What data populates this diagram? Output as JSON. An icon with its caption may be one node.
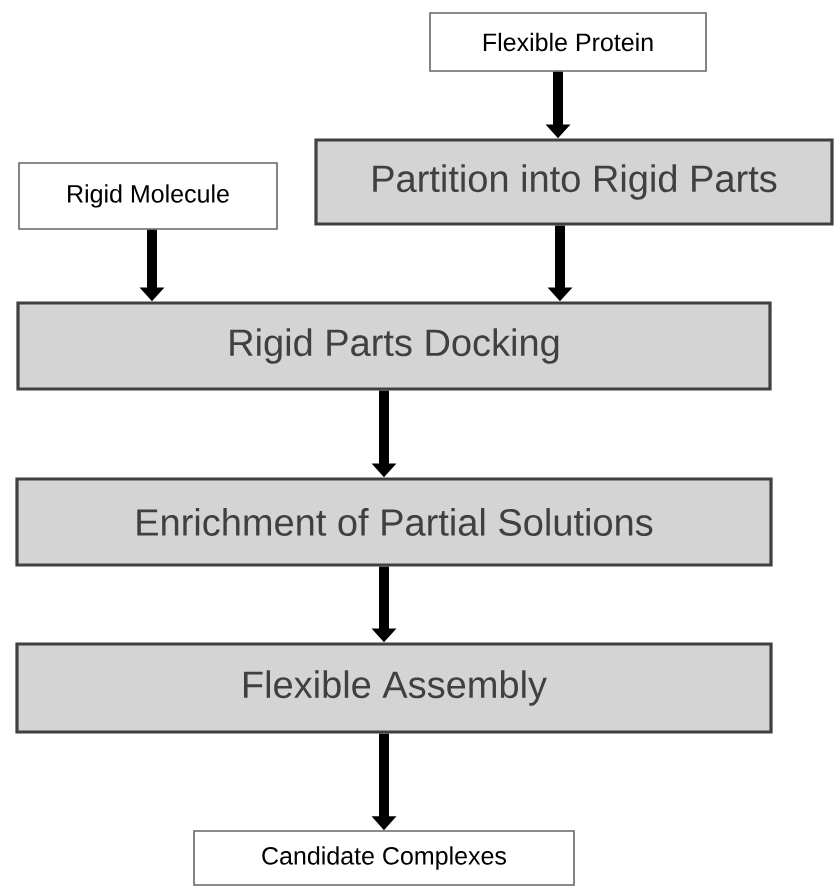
{
  "diagram": {
    "nodes": [
      {
        "text": [
          "Flexible Protein"
        ]
      },
      {
        "text": [
          "Partition into Rigid Parts"
        ]
      },
      {
        "text": [
          "Rigid Molecule"
        ]
      },
      {
        "text": [
          "Rigid Parts Docking"
        ]
      },
      {
        "text": [
          "Enrichment of Partial Solutions"
        ]
      },
      {
        "text": [
          "Flexible Assembly"
        ]
      },
      {
        "text": [
          "Candidate Complexes"
        ]
      }
    ],
    "edges": [
      {
        "from": 0,
        "to": 1,
        "arrow": "to"
      },
      {
        "from": 2,
        "to": 3,
        "arrow": "to"
      },
      {
        "from": 1,
        "to": 3,
        "arrow": "to"
      },
      {
        "from": 3,
        "to": 4,
        "arrow": "to"
      },
      {
        "from": 4,
        "to": 5,
        "arrow": "to"
      },
      {
        "from": 5,
        "to": 6,
        "arrow": "to"
      }
    ]
  }
}
